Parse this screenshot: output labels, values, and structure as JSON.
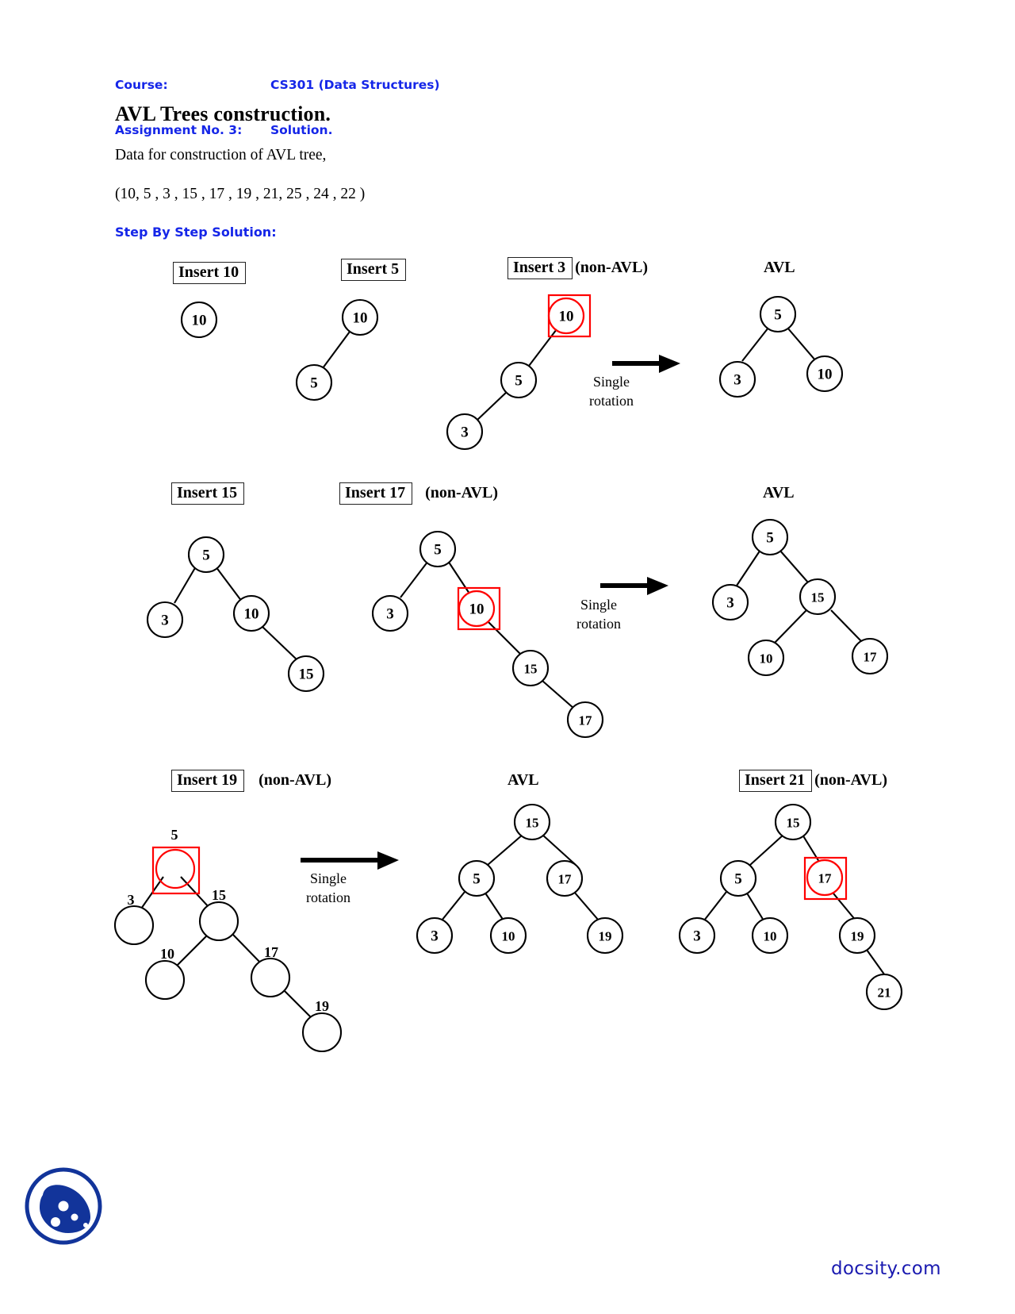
{
  "header": {
    "course_label": "Course:",
    "course_value": "CS301 (Data Structures)",
    "assignment_label": "Assignment No. 3:",
    "assignment_value": "Solution."
  },
  "title": "AVL Trees construction.",
  "intro_line": "Data for construction of AVL tree,",
  "data_sequence": "(10, 5 , 3 , 15 , 17 , 19 , 21, 25 , 24 , 22 )",
  "step_heading": "Step By Step Solution:",
  "rotation_caption": {
    "line1": "Single",
    "line2": "rotation"
  },
  "avl_label": "AVL",
  "non_avl_suffix": "(non-AVL)",
  "steps": [
    {
      "id": "insert-10",
      "boxed_label": "Insert  10",
      "suffix": ""
    },
    {
      "id": "insert-5",
      "boxed_label": "Insert 5",
      "suffix": ""
    },
    {
      "id": "insert-3",
      "boxed_label": "Insert 3",
      "suffix": "(non-AVL)"
    },
    {
      "id": "avl-1",
      "boxed_label": "",
      "suffix": "AVL"
    },
    {
      "id": "insert-15",
      "boxed_label": "Insert 15",
      "suffix": ""
    },
    {
      "id": "insert-17",
      "boxed_label": "Insert  17",
      "suffix": "(non-AVL)"
    },
    {
      "id": "avl-2",
      "boxed_label": "",
      "suffix": "AVL"
    },
    {
      "id": "insert-19",
      "boxed_label": "Insert  19",
      "suffix": "(non-AVL)"
    },
    {
      "id": "avl-3",
      "boxed_label": "",
      "suffix": "AVL"
    },
    {
      "id": "insert-21",
      "boxed_label": "Insert 21",
      "suffix": "(non-AVL)"
    }
  ],
  "trees": {
    "insert_10": {
      "nodes": [
        "10"
      ]
    },
    "insert_5": {
      "nodes": [
        "10",
        "5"
      ]
    },
    "insert_3": {
      "nodes": [
        "10",
        "5",
        "3"
      ],
      "highlighted": "10"
    },
    "avl_1": {
      "nodes": [
        "5",
        "3",
        "10"
      ]
    },
    "insert_15": {
      "nodes": [
        "5",
        "3",
        "10",
        "15"
      ]
    },
    "insert_17": {
      "nodes": [
        "5",
        "3",
        "10",
        "15",
        "17"
      ],
      "highlighted": "10"
    },
    "avl_2": {
      "nodes": [
        "5",
        "3",
        "15",
        "10",
        "17"
      ]
    },
    "insert_19": {
      "nodes": [
        "5",
        "3",
        "15",
        "10",
        "17",
        "19"
      ],
      "highlighted": "5",
      "labels_outside": true
    },
    "avl_3": {
      "nodes": [
        "15",
        "5",
        "17",
        "3",
        "10",
        "19"
      ]
    },
    "insert_21": {
      "nodes": [
        "15",
        "5",
        "17",
        "3",
        "10",
        "19",
        "21"
      ],
      "highlighted": "17"
    }
  },
  "node_labels": {
    "n3": "3",
    "n5": "5",
    "n10": "10",
    "n15": "15",
    "n17": "17",
    "n19": "19",
    "n21": "21"
  },
  "footer": {
    "brand": "docsity.com"
  },
  "colors": {
    "accent_blue": "#1526e8",
    "brand_blue": "#1a1ab0",
    "highlight_red": "#ff0000",
    "ink": "#000000",
    "page": "#ffffff"
  }
}
